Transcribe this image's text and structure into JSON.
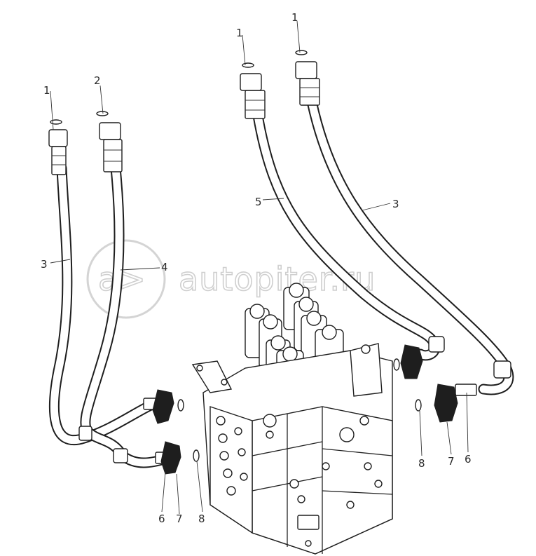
{
  "watermark": {
    "text": "autopiter.ru",
    "logo_text": "a>"
  },
  "callouts": {
    "left_top_1": "1",
    "left_top_2": "2",
    "left_hose_3": "3",
    "left_hose_4": "4",
    "right_top_1a": "1",
    "right_top_1b": "1",
    "right_hose_5": "5",
    "right_hose_3": "3",
    "bottom_6": "6",
    "bottom_7": "7",
    "bottom_8": "8",
    "right_6": "6",
    "right_7": "7",
    "right_8": "8"
  }
}
